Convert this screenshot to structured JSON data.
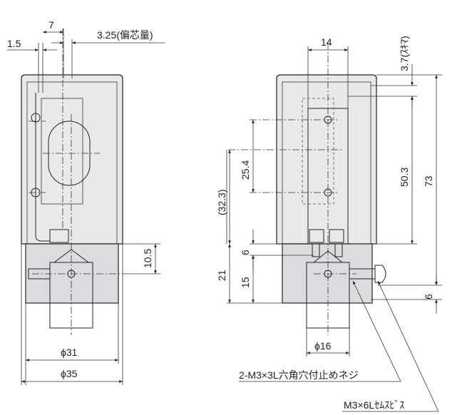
{
  "left_view": {
    "dim_7": "7",
    "dim_1_5": "1.5",
    "dim_3_25": "3.25(偏芯量)",
    "dim_10_5": "10.5",
    "dim_phi31": "ϕ31",
    "dim_phi35": "ϕ35"
  },
  "right_view": {
    "dim_14": "14",
    "dim_3_7": "3.7(ｽｷﾏ)",
    "dim_25_4": "25.4",
    "dim_32_3": "(32.3)",
    "dim_50_3": "50.3",
    "dim_73": "73",
    "dim_6_top": "6",
    "dim_21": "21",
    "dim_15": "15",
    "dim_6_bottom": "6",
    "dim_phi16": "ϕ16"
  },
  "notes": {
    "set_screw": "2-M3×3L六角穴付止めネジ",
    "sems_screw": "M3×6Lｾﾑｽﾋﾞｽ"
  }
}
